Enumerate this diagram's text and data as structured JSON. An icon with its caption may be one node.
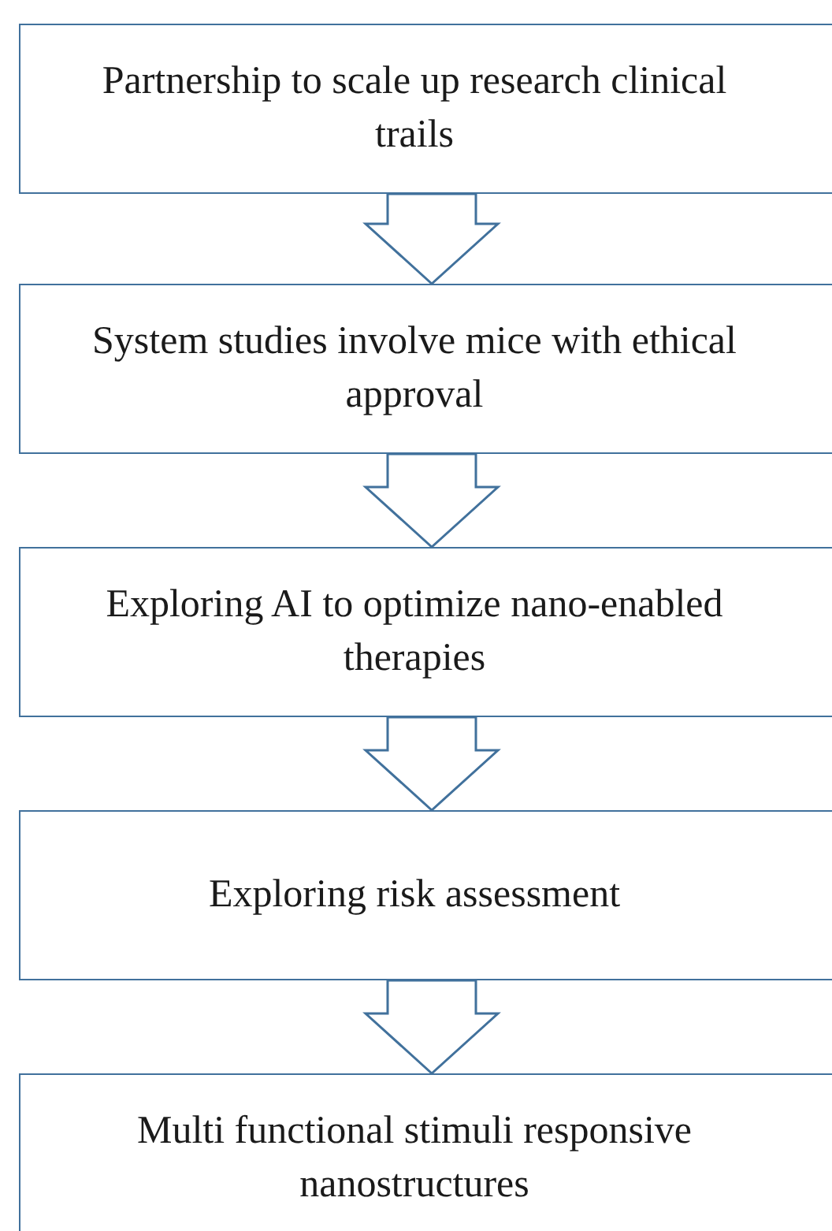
{
  "diagram": {
    "nodes": [
      {
        "text": [
          "Partnership to scale up research clinical trails"
        ]
      },
      {
        "text": [
          "System studies involve mice with ethical approval"
        ]
      },
      {
        "text": [
          "Exploring AI to optimize nano-enabled therapies"
        ]
      },
      {
        "text": [
          "Exploring risk assessment"
        ]
      },
      {
        "text": [
          "Multi functional stimuli responsive nanostructures"
        ]
      }
    ],
    "edges": [
      {
        "from": 0,
        "to": 1,
        "arrow": "to"
      },
      {
        "from": 1,
        "to": 2,
        "arrow": "to"
      },
      {
        "from": 2,
        "to": 3,
        "arrow": "to"
      },
      {
        "from": 3,
        "to": 4,
        "arrow": "to"
      }
    ]
  }
}
